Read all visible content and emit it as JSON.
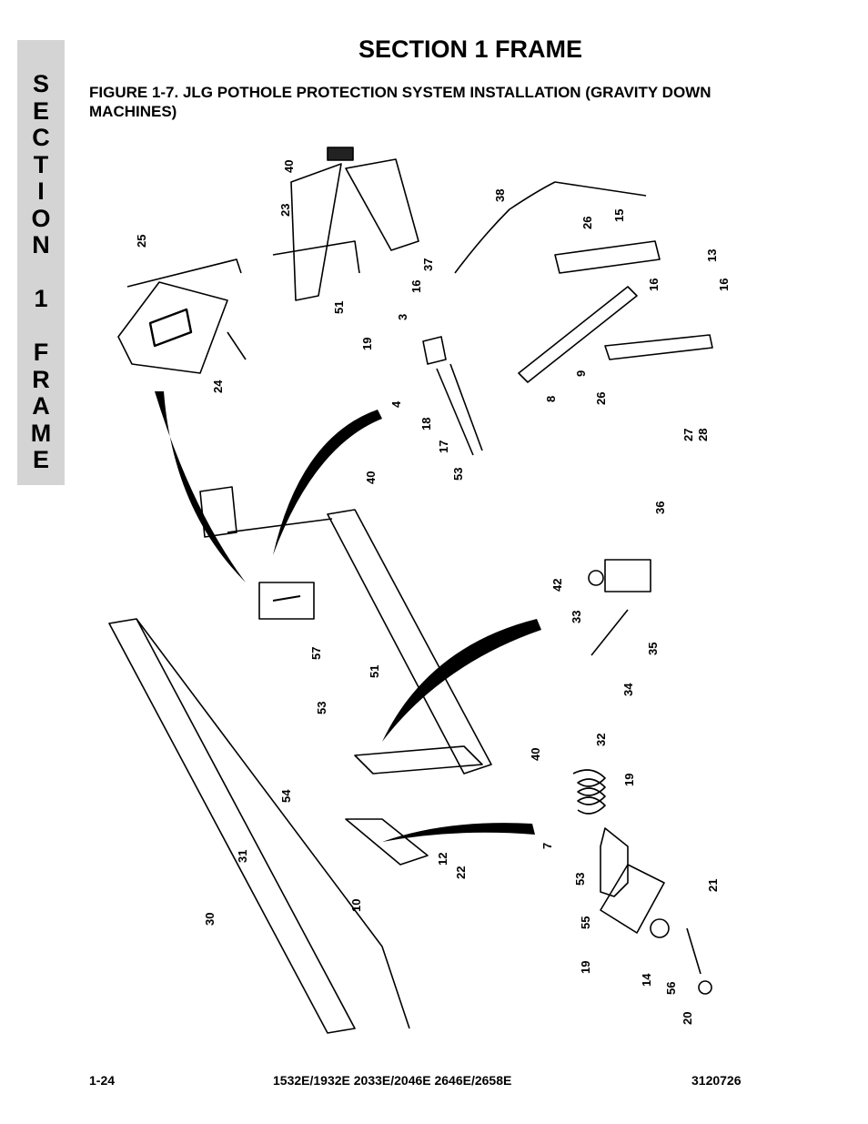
{
  "side_tab": {
    "letters": [
      "S",
      "E",
      "C",
      "T",
      "I",
      "O",
      "N",
      "",
      "1",
      "",
      "F",
      "R",
      "A",
      "M",
      "E"
    ]
  },
  "page_title": "SECTION 1  FRAME",
  "figure_caption": "FIGURE 1-7.    JLG POTHOLE PROTECTION SYSTEM INSTALLATION (GRAVITY DOWN MACHINES)",
  "callouts": {
    "c40a": "40",
    "c23": "23",
    "c25": "25",
    "c51a": "51",
    "c24": "24",
    "c38": "38",
    "c26a": "26",
    "c15": "15",
    "c13": "13",
    "c37": "37",
    "c16a": "16",
    "c16b": "16",
    "c16c": "16",
    "c3": "3",
    "c19a": "19",
    "c9": "9",
    "c8": "8",
    "c26b": "26",
    "c4": "4",
    "c18": "18",
    "c17": "17",
    "c27": "27",
    "c28": "28",
    "c53a": "53",
    "c40b": "40",
    "c36": "36",
    "c42": "42",
    "c33": "33",
    "c35": "35",
    "c34": "34",
    "c57": "57",
    "c51b": "51",
    "c53b": "53",
    "c32": "32",
    "c40c": "40",
    "c19b": "19",
    "c7": "7",
    "c54": "54",
    "c31": "31",
    "c12": "12",
    "c22": "22",
    "c53c": "53",
    "c21": "21",
    "c30": "30",
    "c10": "10",
    "c55": "55",
    "c19c": "19",
    "c14": "14",
    "c56": "56",
    "c20": "20"
  },
  "footer": {
    "page_number": "1-24",
    "models": "1532E/1932E 2033E/2046E 2646E/2658E",
    "doc_number": "3120726"
  }
}
